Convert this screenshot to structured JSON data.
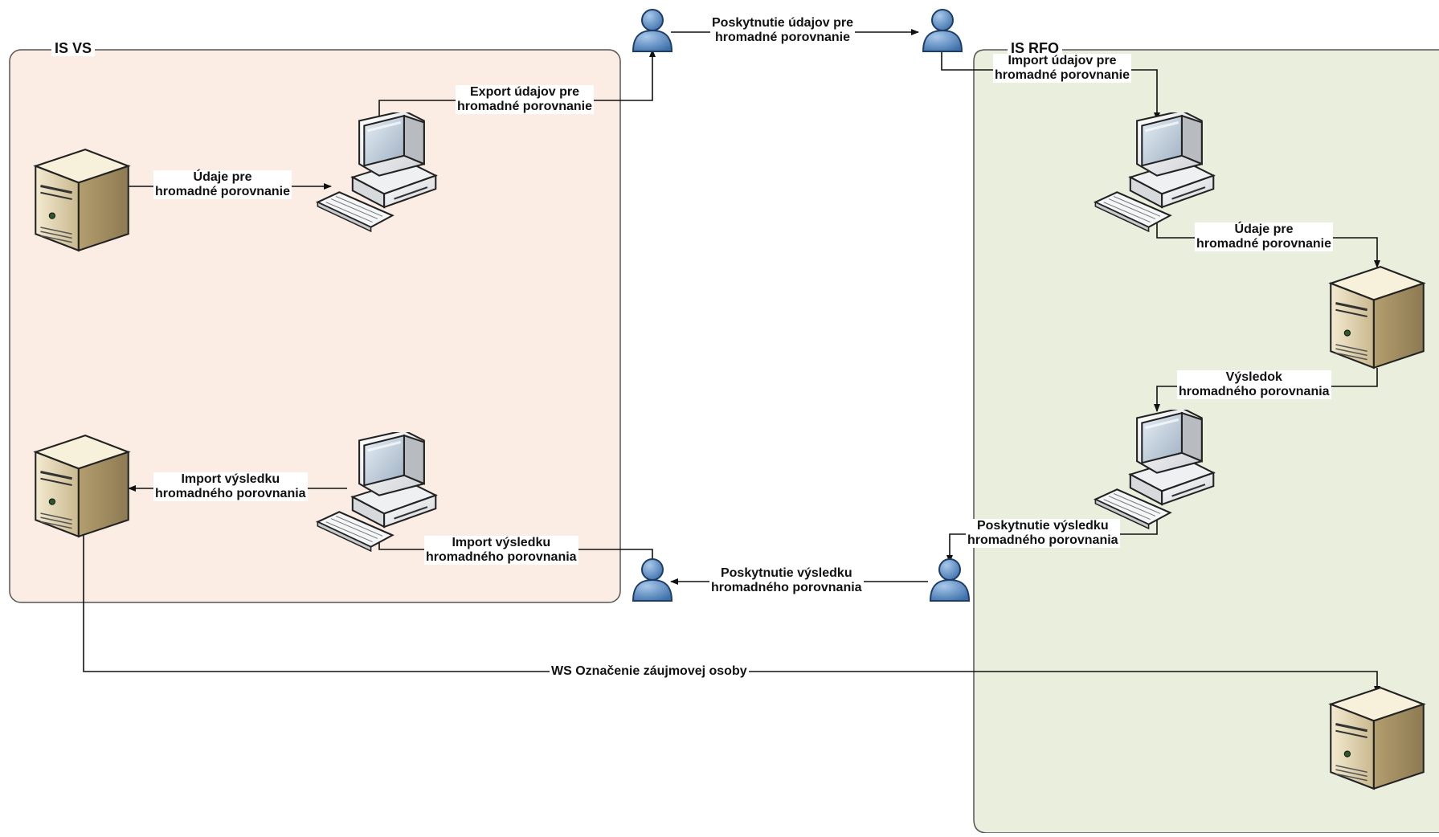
{
  "groups": {
    "left_title": "IS VS",
    "right_title": "IS RFO",
    "left_fill": "#fcede4",
    "right_fill": "#e9eedd"
  },
  "labels": {
    "top_transfer": [
      "Poskytnutie údajov pre",
      "hromadné porovnanie"
    ],
    "export": [
      "Export údajov pre",
      "hromadné porovnanie"
    ],
    "left_data": [
      "Údaje pre",
      "hromadné porovnanie"
    ],
    "left_import_to_server": [
      "Import výsledku",
      "hromadného porovnania"
    ],
    "left_import_to_pc": [
      "Import výsledku",
      "hromadného porovnania"
    ],
    "bottom_transfer": [
      "Poskytnutie výsledku",
      "hromadného porovnania"
    ],
    "rfo_import": [
      "Import údajov pre",
      "hromadné porovnanie"
    ],
    "rfo_data": [
      "Údaje pre",
      "hromadné porovnanie"
    ],
    "rfo_result": [
      "Výsledok",
      "hromadného porovnania"
    ],
    "rfo_provide": [
      "Poskytnutie výsledku",
      "hromadného porovnania"
    ],
    "ws": "WS Označenie záujmovej osoby"
  },
  "icons": {
    "server": "server-icon",
    "workstation": "workstation-icon",
    "user": "user-icon"
  },
  "colors": {
    "line": "#111111",
    "user": "#4f87c2"
  }
}
